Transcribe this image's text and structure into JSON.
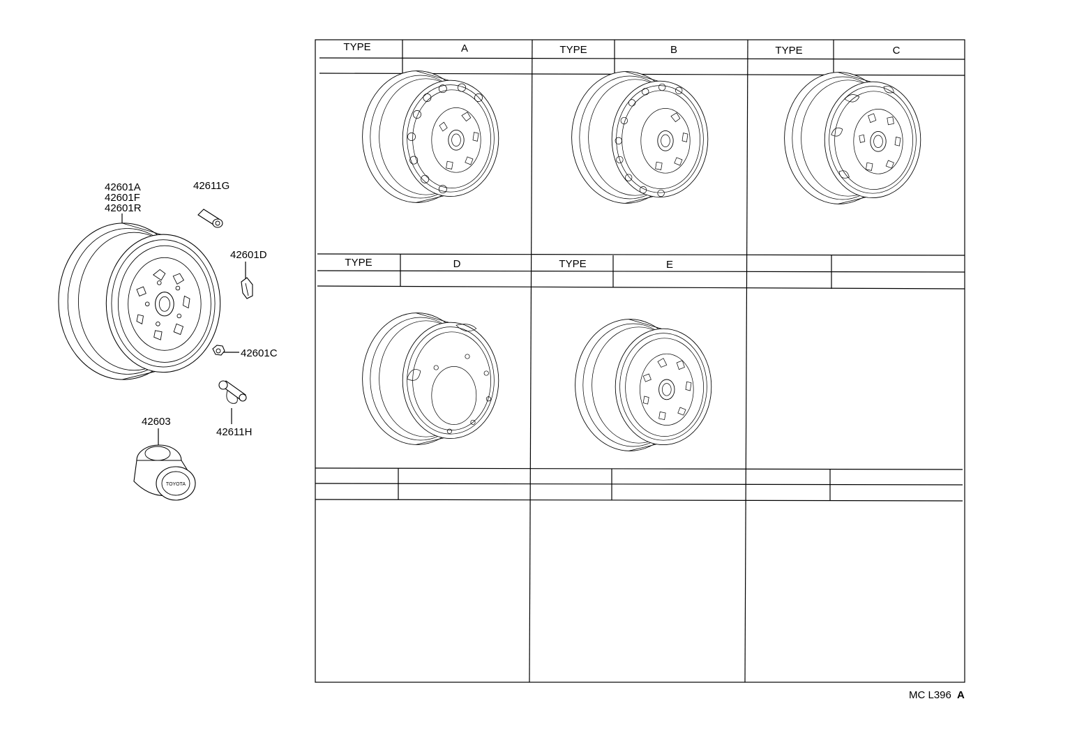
{
  "parts": {
    "wheel_numbers": [
      "42601A",
      "42601F",
      "42601R"
    ],
    "valve": "42611G",
    "weight": "42601D",
    "nut": "42601C",
    "valve_assy": "42611H",
    "cap": "42603"
  },
  "cap_logo": "TOYOTA",
  "table": {
    "type_label": "TYPE",
    "row1": [
      "A",
      "B",
      "C"
    ],
    "row2": [
      "D",
      "E",
      ""
    ]
  },
  "footer": {
    "code": "MC  L396",
    "suffix": "A"
  }
}
